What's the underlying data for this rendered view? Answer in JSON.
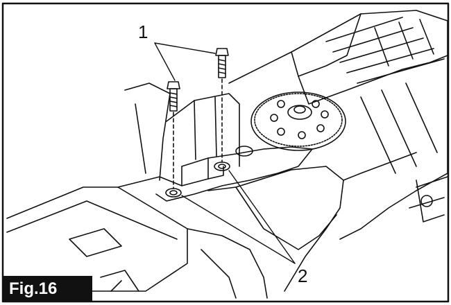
{
  "figure": {
    "label": "Fig.16",
    "callouts": [
      {
        "number": "1",
        "refers_to": "screw-icon"
      },
      {
        "number": "2",
        "refers_to": "screw-hole-icon"
      }
    ],
    "colors": {
      "line": "#111111",
      "background": "#ffffff",
      "label_bg": "#111111",
      "label_text": "#ffffff"
    }
  }
}
